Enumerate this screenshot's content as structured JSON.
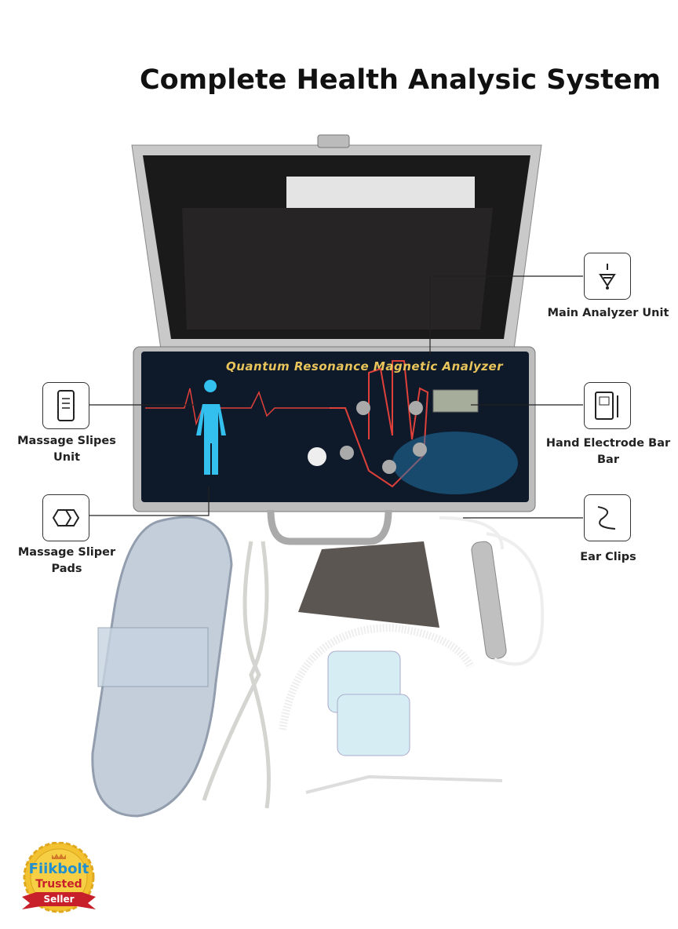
{
  "title": "Complete Health Analysic System",
  "device_panel_text": "Quantum Resonance Magnetic Analyzer",
  "callouts": [
    {
      "label": "Main Analyzer Unit",
      "icon": "analyzer-icon"
    },
    {
      "label": "Massage Slipes Unit",
      "icon": "phone-device-icon"
    },
    {
      "label": "Hand Electrode Bar Bar",
      "icon": "hand-electrode-icon"
    },
    {
      "label": "Massage Sliper Pads",
      "icon": "hexagon-pads-icon"
    },
    {
      "label": "Ear Clips",
      "icon": "ear-clips-icon"
    }
  ],
  "badge": {
    "brand": "Fiikbolt",
    "line2": "Trusted",
    "ribbon": "Seller",
    "colors": {
      "gold": "#f2c230",
      "brand": "#1f8fd0",
      "red": "#c8202a"
    }
  }
}
